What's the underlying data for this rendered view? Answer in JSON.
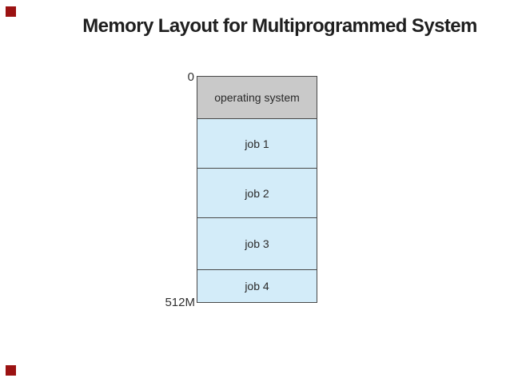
{
  "slide": {
    "title": "Memory Layout for Multiprogrammed System"
  },
  "diagram": {
    "top_address_label": "0",
    "bottom_address_label": "512M",
    "sections": [
      {
        "label": "operating system",
        "kind": "os",
        "fill": "#c9c9c9",
        "height": 53
      },
      {
        "label": "job 1",
        "kind": "job",
        "fill": "#d3ecf9",
        "height": 62
      },
      {
        "label": "job 2",
        "kind": "job",
        "fill": "#d3ecf9",
        "height": 62
      },
      {
        "label": "job 3",
        "kind": "job",
        "fill": "#d3ecf9",
        "height": 65
      },
      {
        "label": "job 4",
        "kind": "job",
        "fill": "#d3ecf9",
        "height": 40
      }
    ]
  },
  "colors": {
    "title_text": "#1f1f1f",
    "box_border": "#484848",
    "os_fill": "#c9c9c9",
    "job_fill": "#d3ecf9",
    "corner_marker": "#9b1212",
    "background": "#ffffff"
  }
}
